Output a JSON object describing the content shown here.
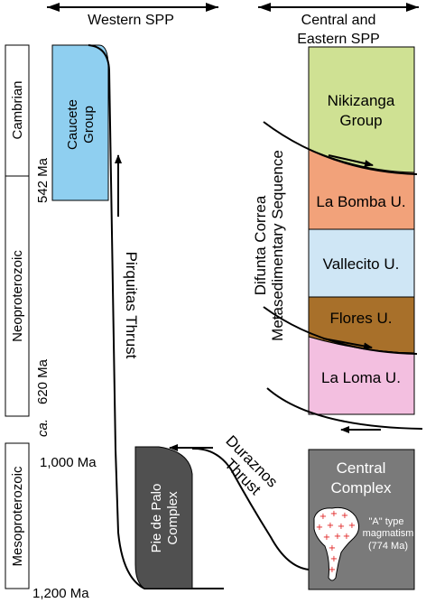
{
  "headers": {
    "western": "Western SPP",
    "central_line1": "Central and",
    "central_line2": "Eastern SPP"
  },
  "timescale": {
    "eras": [
      "Cambrian",
      "Neoproterozoic",
      "Mesoproterozoic"
    ],
    "ages": {
      "a542": "542 Ma",
      "ca": "ca.",
      "a620": "620 Ma",
      "a1000": "1,000 Ma",
      "a1200": "1,200 Ma"
    }
  },
  "units": {
    "caucete": {
      "line1": "Caucete",
      "line2": "Group",
      "color": "#8fcff0"
    },
    "piedepalo": {
      "line1": "Pie de Palo",
      "line2": "Complex",
      "color": "#505050"
    },
    "nikizanga": {
      "line1": "Nikizanga",
      "line2": "Group",
      "color": "#cfe193"
    },
    "labomba": {
      "label": "La Bomba U.",
      "color": "#f2a27a"
    },
    "vallecito": {
      "label": "Vallecito U.",
      "color": "#cfe6f5"
    },
    "flores": {
      "label": "Flores U.",
      "color": "#a8702a"
    },
    "laloma": {
      "label": "La Loma U.",
      "color": "#f3bfe0"
    },
    "central": {
      "line1": "Central",
      "line2": "Complex",
      "color": "#7a7a7a"
    }
  },
  "labels": {
    "pirquitas": "Pirquitas Thrust",
    "duraznos1": "Duraznos",
    "duraznos2": "Thrust",
    "difunta1": "Difunta Correa",
    "difunta2": "Metasedimentary Sequence",
    "magma1": "\"A\" type",
    "magma2": "magmatism",
    "magma3": "(774 Ma)"
  },
  "colors": {
    "magma_fill": "#ffffff",
    "magma_cross": "#e02020"
  }
}
